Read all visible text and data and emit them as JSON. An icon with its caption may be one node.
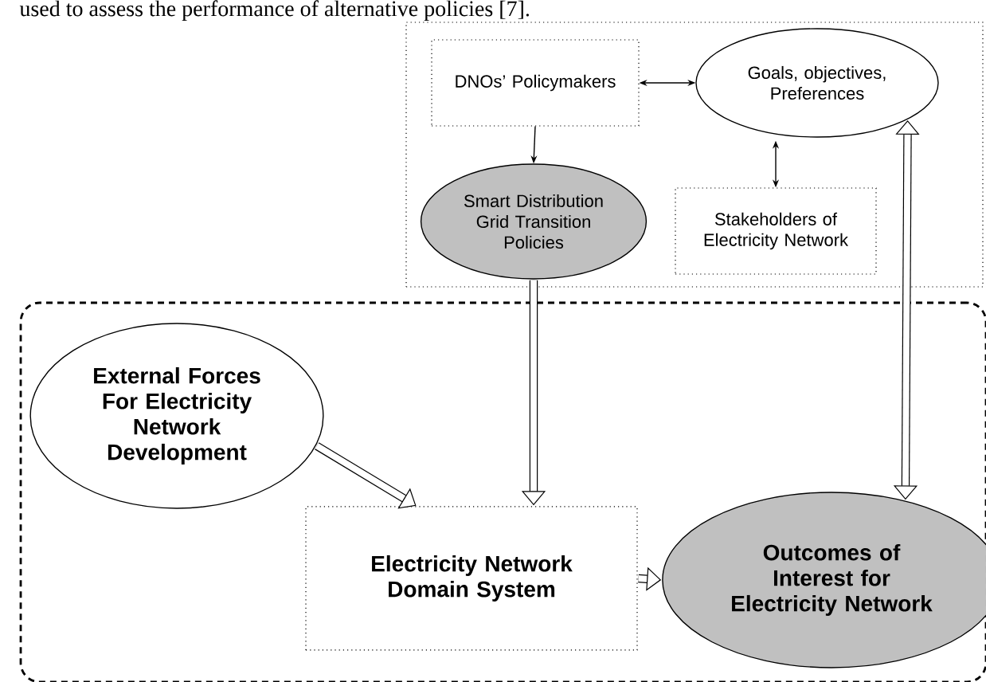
{
  "diagram": {
    "nodes": [
      {
        "text": [],
        "shape": "box"
      },
      {
        "text": [
          "DNOs’ Policymakers"
        ],
        "in": 0
      },
      {
        "text": [
          "Goals, objectives, Preferences"
        ],
        "in": 0
      },
      {
        "text": [
          "Smart Distribution Grid Transition Policies"
        ],
        "in": 0
      },
      {
        "text": [
          "Stakeholders of Electricity Network"
        ],
        "in": 0
      },
      {
        "text": [],
        "shape": "box"
      },
      {
        "text": [
          "External Forces For Electricity Network Development"
        ],
        "in": 5
      },
      {
        "text": [
          "Electricity Network Domain System"
        ],
        "in": 5
      },
      {
        "text": [
          "Outcomes of Interest for Electricity Network"
        ],
        "in": 5
      }
    ],
    "edges": [
      {
        "from": 1,
        "to": 2,
        "arrow": "both"
      },
      {
        "from": 1,
        "to": 3,
        "arrow": "to"
      },
      {
        "from": 2,
        "to": 4,
        "arrow": "both"
      },
      {
        "from": 3,
        "to": 7,
        "arrow": "to"
      },
      {
        "from": 6,
        "to": 7,
        "arrow": "to"
      },
      {
        "from": 7,
        "to": 8,
        "arrow": "to"
      },
      {
        "from": 8,
        "to": 2,
        "arrow": "both"
      }
    ],
    "labels": [
      "used to assess the performance of alternative policies [7]."
    ]
  }
}
